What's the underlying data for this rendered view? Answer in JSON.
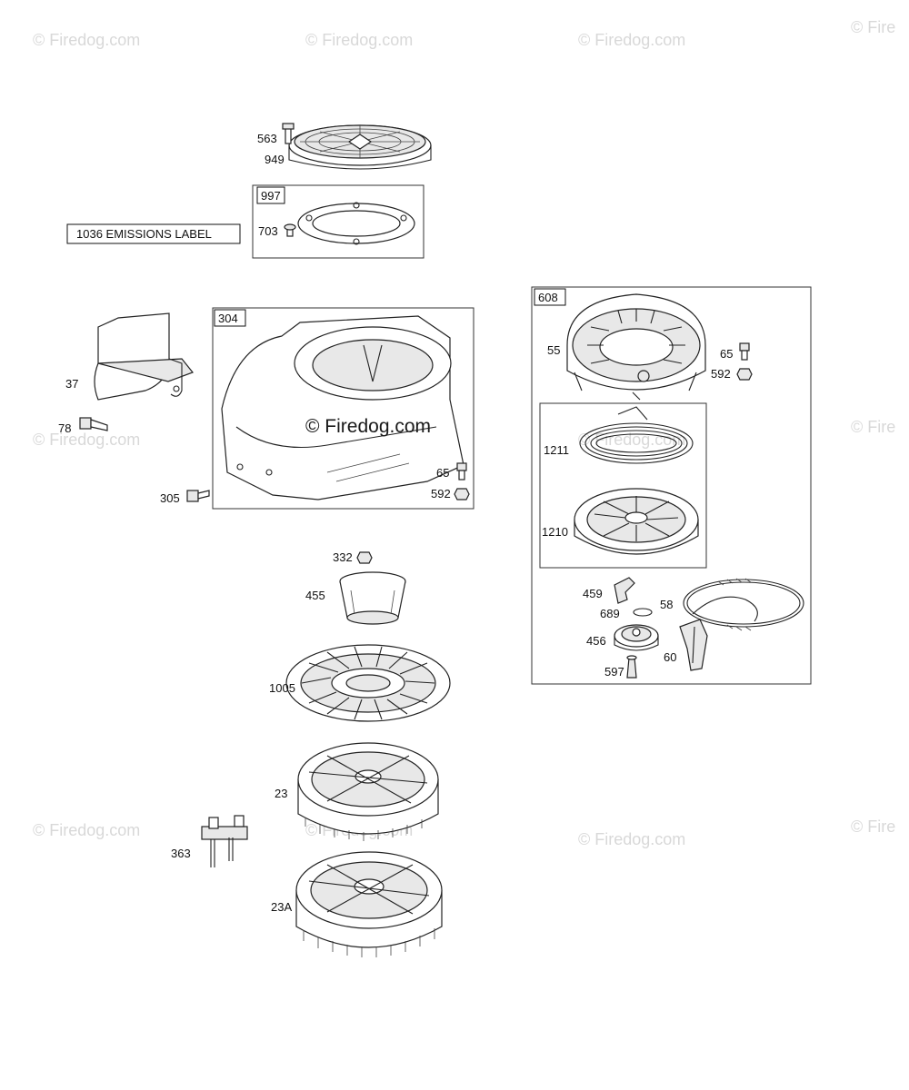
{
  "watermark": "© Firedog.com",
  "watermark_partial": "© Fire",
  "center_watermark": "© Firedog.com",
  "label_box": "1036 EMISSIONS LABEL",
  "groups": {
    "g997": "997",
    "g304": "304",
    "g608": "608"
  },
  "callouts": {
    "c563": "563",
    "c949": "949",
    "c703": "703",
    "c37": "37",
    "c78": "78",
    "c305": "305",
    "c65a": "65",
    "c592a": "592",
    "c332": "332",
    "c455": "455",
    "c1005": "1005",
    "c23": "23",
    "c363": "363",
    "c23A": "23A",
    "c55": "55",
    "c65b": "65",
    "c592b": "592",
    "c1211": "1211",
    "c1210": "1210",
    "c459": "459",
    "c58": "58",
    "c689": "689",
    "c456": "456",
    "c60": "60",
    "c597": "597"
  }
}
